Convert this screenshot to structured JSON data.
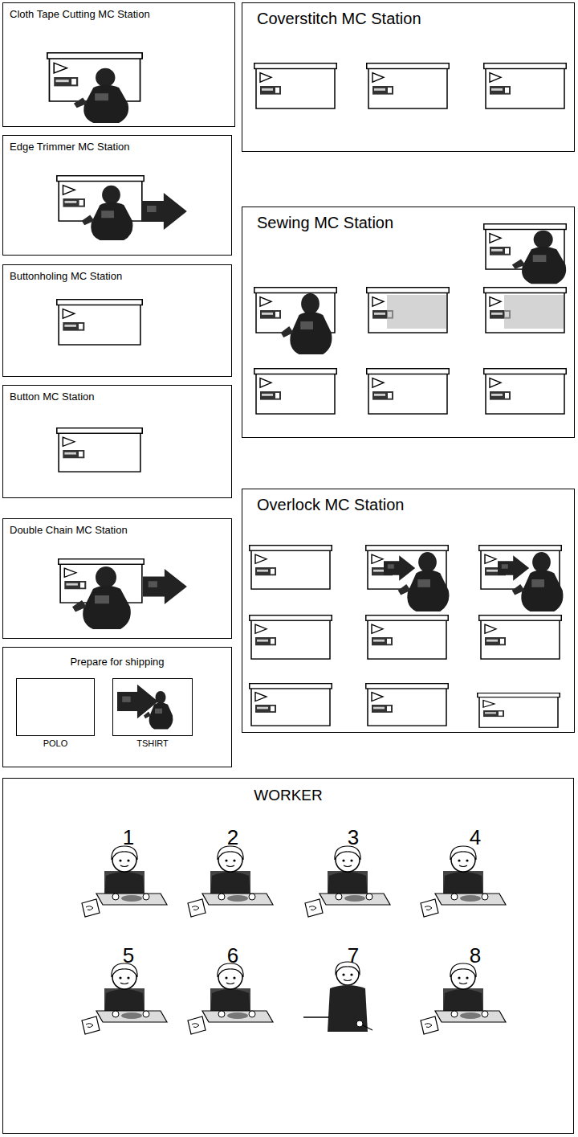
{
  "diagram": {
    "nodes": [
      {
        "text": [
          "Cloth Tape Cutting MC Station"
        ]
      },
      {
        "text": [
          "Coverstitch MC Station"
        ]
      },
      {
        "text": [
          "Edge Trimmer MC Station"
        ]
      },
      {
        "text": [
          "Sewing MC Station"
        ]
      },
      {
        "text": [
          "Buttonholing MC Station"
        ]
      },
      {
        "text": [
          "Button MC Station"
        ]
      },
      {
        "text": [
          "Overlock MC Station"
        ]
      },
      {
        "text": [
          "Double Chain MC Station"
        ]
      },
      {
        "text": [
          "Prepare for shipping"
        ]
      },
      {
        "text": [
          "POLO"
        ],
        "in": 8
      },
      {
        "text": [
          "TSHIRT"
        ],
        "in": 8
      },
      {
        "text": [
          "WORKER"
        ]
      }
    ],
    "labels": [
      "1",
      "2",
      "3",
      "4",
      "5",
      "6",
      "7",
      "8"
    ]
  }
}
